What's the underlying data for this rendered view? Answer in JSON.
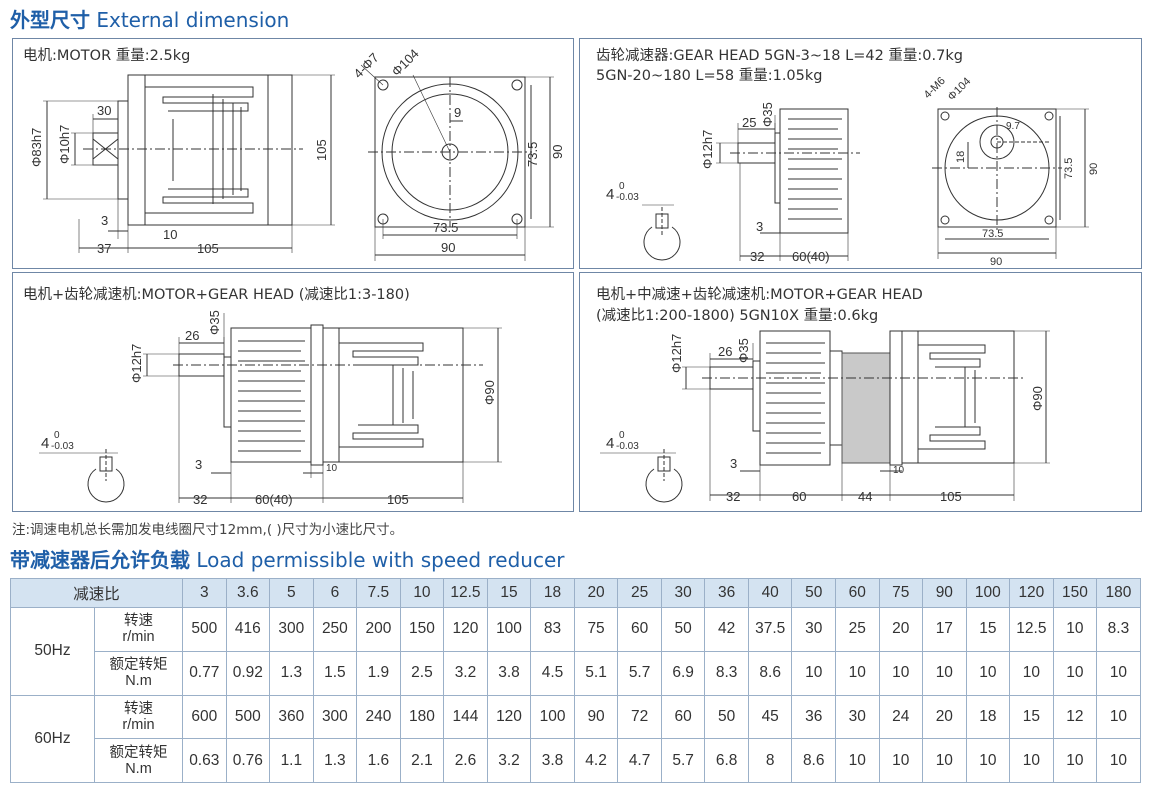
{
  "header": {
    "title_zh": "外型尺寸",
    "title_en": "External dimension"
  },
  "panels": {
    "motor": {
      "label": "电机:MOTOR  重量:2.5kg",
      "dims": {
        "d83": "Φ83h7",
        "d10": "Φ10h7",
        "l30": "30",
        "h105": "105",
        "l3": "3",
        "l37": "37",
        "l10": "10",
        "l105": "105",
        "d104": "Φ104",
        "holes": "4-Φ7",
        "n9": "9",
        "v735": "73.5",
        "v90": "90",
        "h735": "73.5",
        "h90": "90"
      }
    },
    "gearhead": {
      "label1": "齿轮减速器:GEAR HEAD  5GN-3~18 L=42  重量:0.7kg",
      "label2": "5GN-20~180 L=58  重量:1.05kg",
      "dims": {
        "d35": "Φ35",
        "d12": "Φ12h7",
        "l25": "25",
        "l3": "3",
        "l32": "32",
        "l6040": "60(40)",
        "key": "4",
        "tol_up": "0",
        "tol_dn": "-0.03",
        "d104": "Φ104",
        "holes": "4-M6",
        "n97": "9.7",
        "n18": "18",
        "v735": "73.5",
        "v90": "90",
        "h735": "73.5",
        "h90": "90"
      }
    },
    "motor_gear": {
      "label": "电机+齿轮减速机:MOTOR+GEAR HEAD (减速比1:3-180)",
      "dims": {
        "d35": "Φ35",
        "l26": "26",
        "d12": "Φ12h7",
        "key": "4",
        "tol_up": "0",
        "tol_dn": "-0.03",
        "l3": "3",
        "l10": "10",
        "l32": "32",
        "l6040": "60(40)",
        "l105": "105",
        "d90": "Φ90"
      }
    },
    "motor_mid_gear": {
      "label1": "电机+中减速+齿轮减速机:MOTOR+GEAR HEAD",
      "label2": "(减速比1:200-1800)  5GN10X  重量:0.6kg",
      "dims": {
        "d12": "Φ12h7",
        "l26": "26",
        "d35": "Φ35",
        "key": "4",
        "tol_up": "0",
        "tol_dn": "-0.03",
        "l3": "3",
        "l10": "10",
        "l32": "32",
        "l60": "60",
        "l44": "44",
        "l105": "105",
        "d90": "Φ90"
      }
    }
  },
  "note": "注:调速电机总长需加发电线圈尺寸12mm,(  )尺寸为小速比尺寸。",
  "load_title": {
    "zh": "带减速器后允许负载",
    "en": "Load permissible with speed reducer"
  },
  "table": {
    "ratio_label": "减速比",
    "ratios": [
      "3",
      "3.6",
      "5",
      "6",
      "7.5",
      "10",
      "12.5",
      "15",
      "18",
      "20",
      "25",
      "30",
      "36",
      "40",
      "50",
      "60",
      "75",
      "90",
      "100",
      "120",
      "150",
      "180"
    ],
    "speed_label": "转速",
    "speed_unit": "r/min",
    "torque_label": "额定转矩",
    "torque_unit": "N.m",
    "rows": [
      {
        "hz": "50Hz",
        "speed": [
          "500",
          "416",
          "300",
          "250",
          "200",
          "150",
          "120",
          "100",
          "83",
          "75",
          "60",
          "50",
          "42",
          "37.5",
          "30",
          "25",
          "20",
          "17",
          "15",
          "12.5",
          "10",
          "8.3"
        ],
        "torque": [
          "0.77",
          "0.92",
          "1.3",
          "1.5",
          "1.9",
          "2.5",
          "3.2",
          "3.8",
          "4.5",
          "5.1",
          "5.7",
          "6.9",
          "8.3",
          "8.6",
          "10",
          "10",
          "10",
          "10",
          "10",
          "10",
          "10",
          "10"
        ]
      },
      {
        "hz": "60Hz",
        "speed": [
          "600",
          "500",
          "360",
          "300",
          "240",
          "180",
          "144",
          "120",
          "100",
          "90",
          "72",
          "60",
          "50",
          "45",
          "36",
          "30",
          "24",
          "20",
          "18",
          "15",
          "12",
          "10"
        ],
        "torque": [
          "0.63",
          "0.76",
          "1.1",
          "1.3",
          "1.6",
          "2.1",
          "2.6",
          "3.2",
          "3.8",
          "4.2",
          "4.7",
          "5.7",
          "6.8",
          "8",
          "8.6",
          "10",
          "10",
          "10",
          "10",
          "10",
          "10",
          "10"
        ]
      }
    ]
  },
  "colors": {
    "title_blue": "#1f5fa8",
    "table_header_bg": "#d4e3f1",
    "panel_border": "#6f87a6",
    "mid_reducer_gray": "#c9c9c9"
  }
}
